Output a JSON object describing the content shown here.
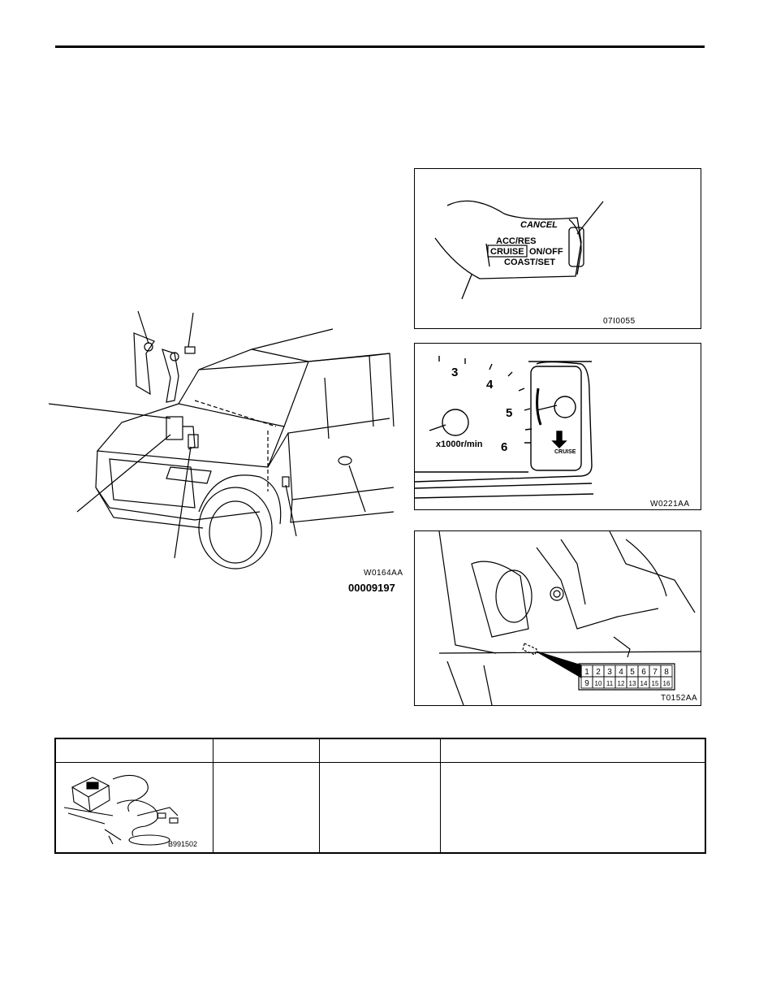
{
  "main_figure": {
    "code": "W0164AA",
    "doc_number": "00009197"
  },
  "switch_figure": {
    "code": "07I0055",
    "label_cancel": "CANCEL",
    "label_acc_res": "ACC/RES",
    "label_cruise": "CRUISE",
    "label_on_off": "ON/OFF",
    "label_coast_set": "COAST/SET"
  },
  "meter_figure": {
    "code": "W0221AA",
    "ticks": [
      "3",
      "4",
      "5",
      "6"
    ],
    "unit": "x1000r/min",
    "indicator_label": "CRUISE"
  },
  "connector_figure": {
    "code": "T0152AA",
    "pins_top": [
      "1",
      "2",
      "3",
      "4",
      "5",
      "6",
      "7",
      "8"
    ],
    "pins_bottom": [
      "9",
      "10",
      "11",
      "12",
      "13",
      "14",
      "15",
      "16"
    ]
  },
  "tool_table": {
    "headers": [
      "",
      "",
      "",
      ""
    ],
    "tool_image_code": "B991502"
  }
}
